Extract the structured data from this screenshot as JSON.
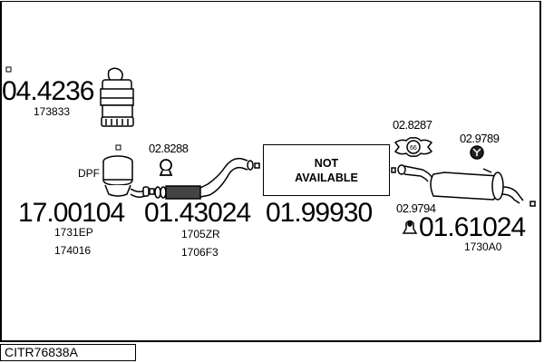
{
  "diagram": {
    "title": "Exhaust system parts diagram",
    "reference_code": "CITR76838A",
    "not_available": {
      "line1": "NOT",
      "line2": "AVAILABLE",
      "price": "01.99930"
    },
    "parts": [
      {
        "id": "catalyst",
        "price": "04.4236",
        "codes": [
          "173833"
        ]
      },
      {
        "id": "dpf",
        "label": "DPF",
        "price": "17.00104",
        "codes": [
          "1731EP",
          "174016"
        ]
      },
      {
        "id": "front-pipe",
        "price": "01.43024",
        "codes": [
          "1705ZR",
          "1706F3"
        ]
      },
      {
        "id": "rear-silencer",
        "price": "01.61024",
        "codes": [
          "1730A0"
        ]
      }
    ],
    "accessories": [
      {
        "id": "clamp-front",
        "code": "02.8288"
      },
      {
        "id": "clamp-rear",
        "code": "02.8287",
        "size_label": "66"
      },
      {
        "id": "rubber-mount",
        "code": "02.9789"
      },
      {
        "id": "hanger",
        "code": "02.9794"
      }
    ]
  }
}
